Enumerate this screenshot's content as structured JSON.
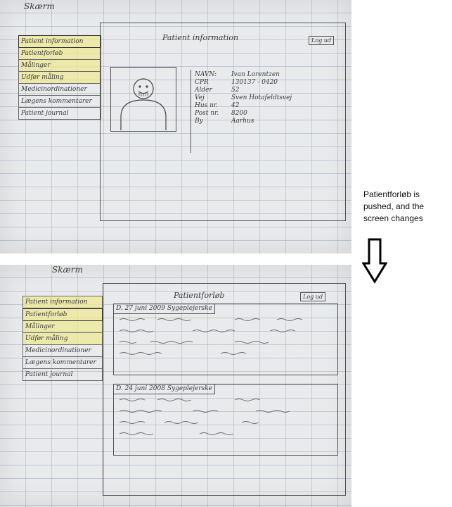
{
  "screen1": {
    "app_title": "Skærm",
    "title": "Patient information",
    "logout_label": "Log ud",
    "menu": [
      {
        "label": "Patient information"
      },
      {
        "label": "Patientforløb"
      },
      {
        "label": "Målinger"
      },
      {
        "label": "Udfør måling"
      },
      {
        "label": "Medicinordinationer"
      },
      {
        "label": "Lægens kommentarer"
      },
      {
        "label": "Patient journal"
      }
    ],
    "info": [
      {
        "label": "NAVN:",
        "value": "Ivan Lorentzen"
      },
      {
        "label": "CPR",
        "value": "130137 - 0420"
      },
      {
        "label": "Alder",
        "value": "52"
      },
      {
        "label": "Vej",
        "value": "Sven Hotafeldtsvej"
      },
      {
        "label": "Hus nr.",
        "value": "42"
      },
      {
        "label": "Post nr.",
        "value": "8200"
      },
      {
        "label": "By",
        "value": "Aarhus"
      }
    ]
  },
  "note": "Patientforløb is pushed, and the screen changes",
  "screen2": {
    "app_title": "Skærm",
    "title": "Patientforløb",
    "logout_label": "Log ud",
    "menu": [
      {
        "label": "Patient information"
      },
      {
        "label": "Patientforløb"
      },
      {
        "label": "Målinger"
      },
      {
        "label": "Udfør måling"
      },
      {
        "label": "Medicinordinationer"
      },
      {
        "label": "Lægens kommentarer"
      },
      {
        "label": "Patient journal"
      }
    ],
    "records": [
      {
        "header": "D. 27 juni 2009   Sygeplejerske"
      },
      {
        "header": "D. 24 juni 2008   Sygeplejerske"
      }
    ]
  }
}
